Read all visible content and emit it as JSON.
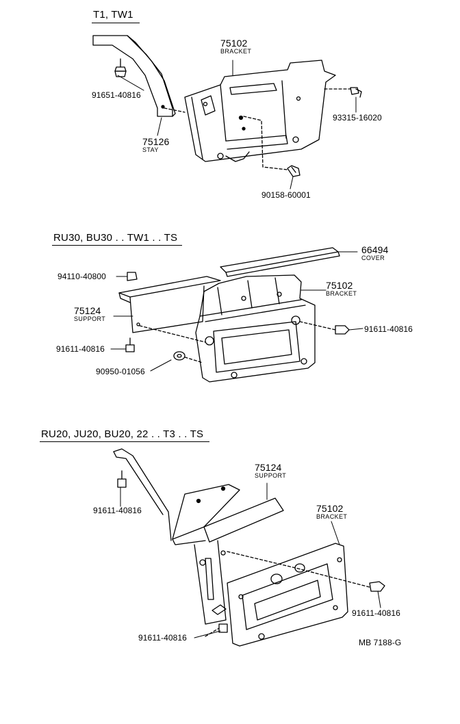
{
  "sections": [
    {
      "title": "T1, TW1",
      "parts": [
        {
          "number": "75102",
          "name": "BRACKET"
        },
        {
          "number": "91651-40816",
          "name": ""
        },
        {
          "number": "93315-16020",
          "name": ""
        },
        {
          "number": "75126",
          "name": "STAY"
        },
        {
          "number": "90158-60001",
          "name": ""
        }
      ]
    },
    {
      "title": "RU30, BU30 . . TW1 . . TS",
      "parts": [
        {
          "number": "66494",
          "name": "COVER"
        },
        {
          "number": "94110-40800",
          "name": ""
        },
        {
          "number": "75102",
          "name": "BRACKET"
        },
        {
          "number": "75124",
          "name": "SUPPORT"
        },
        {
          "number": "91611-40816",
          "name": ""
        },
        {
          "number": "91611-40816",
          "name": ""
        },
        {
          "number": "90950-01056",
          "name": ""
        }
      ]
    },
    {
      "title": "RU20, JU20, BU20, 22 . . T3 . . TS",
      "parts": [
        {
          "number": "75124",
          "name": "SUPPORT"
        },
        {
          "number": "91611-40816",
          "name": ""
        },
        {
          "number": "75102",
          "name": "BRACKET"
        },
        {
          "number": "91611-40816",
          "name": ""
        },
        {
          "number": "91611-40816",
          "name": ""
        }
      ]
    }
  ],
  "footer_code": "MB 7188-G"
}
